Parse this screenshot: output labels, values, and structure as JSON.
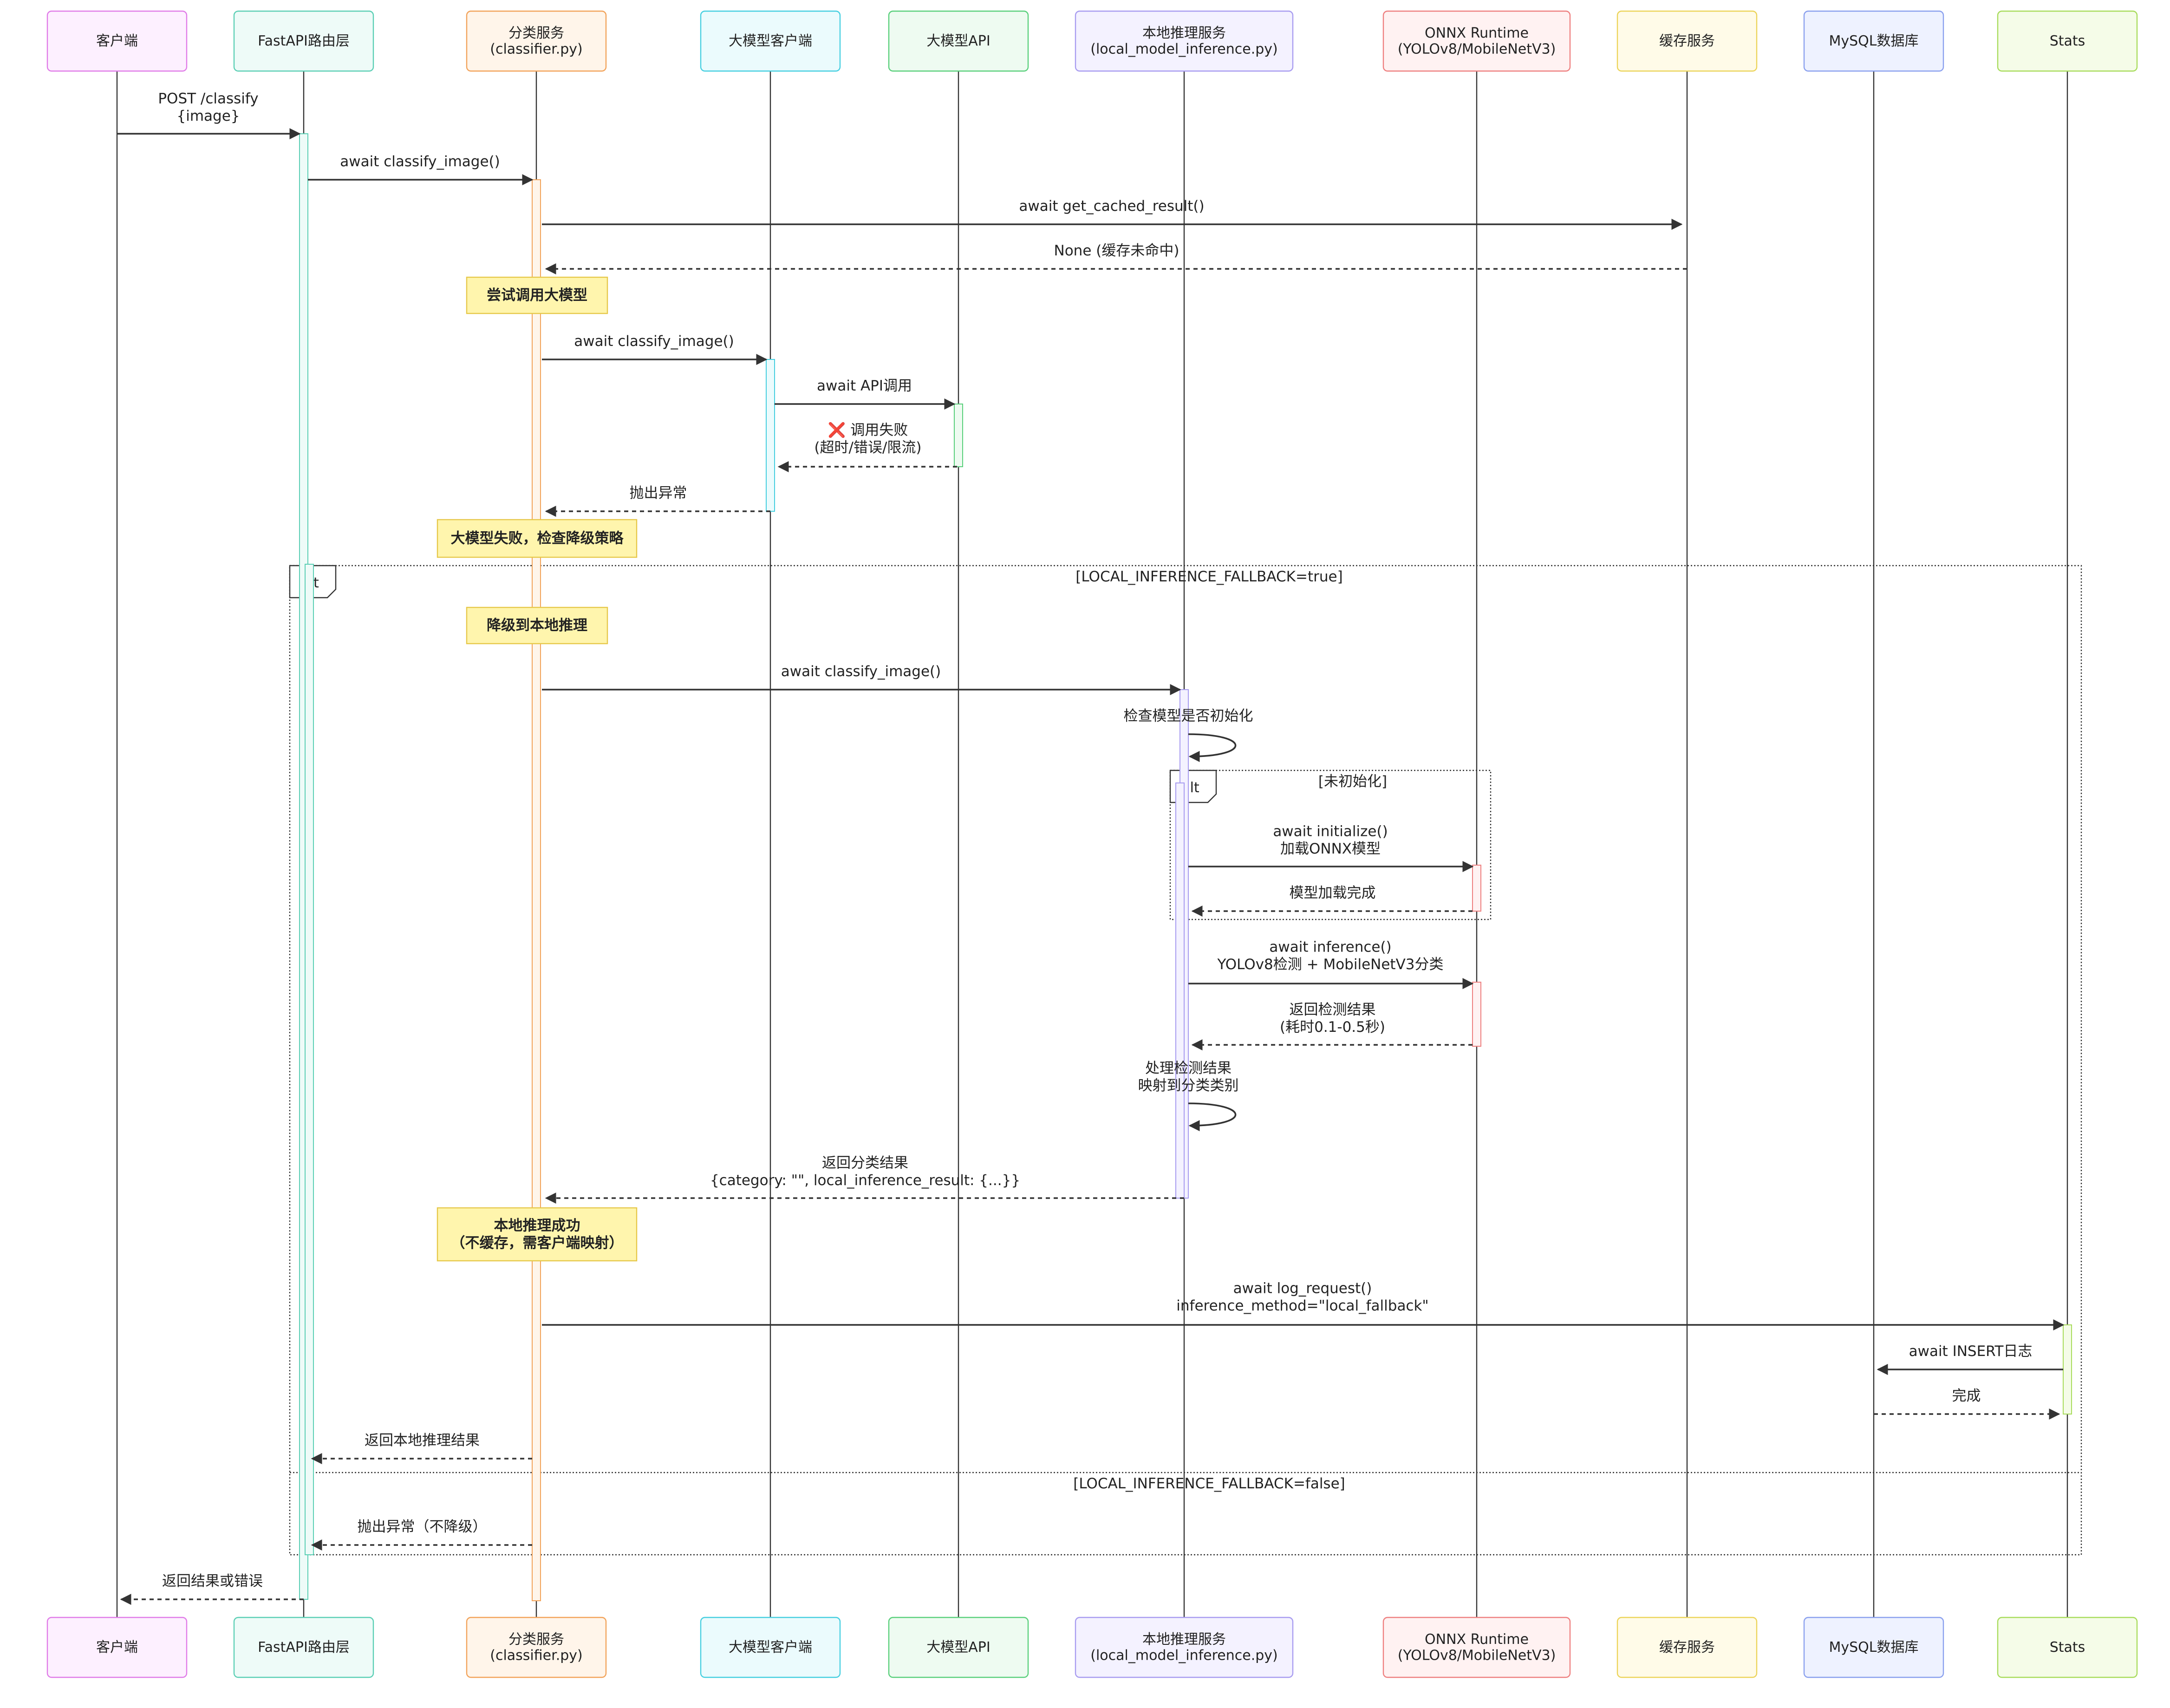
{
  "colors": {
    "line": "#333333",
    "note_fill": "#fff5ad",
    "note_stroke": "#e6c84a"
  },
  "participants": [
    {
      "id": "client",
      "lines": [
        "客户端"
      ],
      "fill": "#fdf0ff",
      "stroke": "#e07ce8"
    },
    {
      "id": "router",
      "lines": [
        "FastAPI路由层"
      ],
      "fill": "#eefbf8",
      "stroke": "#5ccfb5"
    },
    {
      "id": "classifier",
      "lines": [
        "分类服务",
        "(classifier.py)"
      ],
      "fill": "#fff5ea",
      "stroke": "#f2a35a"
    },
    {
      "id": "llm_client",
      "lines": [
        "大模型客户端"
      ],
      "fill": "#ebfbfd",
      "stroke": "#46cfe0"
    },
    {
      "id": "llm_api",
      "lines": [
        "大模型API"
      ],
      "fill": "#eefbf1",
      "stroke": "#5ad07c"
    },
    {
      "id": "local",
      "lines": [
        "本地推理服务",
        "(local_model_inference.py)"
      ],
      "fill": "#f4f2ff",
      "stroke": "#a89cf0"
    },
    {
      "id": "onnx",
      "lines": [
        "ONNX Runtime",
        "(YOLOv8/MobileNetV3)"
      ],
      "fill": "#fff2f2",
      "stroke": "#ee8080"
    },
    {
      "id": "cache",
      "lines": [
        "缓存服务"
      ],
      "fill": "#fffbe8",
      "stroke": "#ecd45a"
    },
    {
      "id": "mysql",
      "lines": [
        "MySQL数据库"
      ],
      "fill": "#eef2ff",
      "stroke": "#8aa0ee"
    },
    {
      "id": "stats",
      "lines": [
        "Stats"
      ],
      "fill": "#f5fce8",
      "stroke": "#a8dc5c"
    }
  ],
  "messages": [
    {
      "from": "client",
      "to": "router",
      "lines": [
        "POST /classify",
        "{image}"
      ],
      "style": "solid"
    },
    {
      "from": "router",
      "to": "classifier",
      "lines": [
        "await classify_image()"
      ],
      "style": "solid"
    },
    {
      "from": "classifier",
      "to": "cache",
      "lines": [
        "await get_cached_result()"
      ],
      "style": "solid"
    },
    {
      "from": "cache",
      "to": "classifier",
      "lines": [
        "None (缓存未命中)"
      ],
      "style": "dashed"
    },
    {
      "from": "classifier",
      "to": "llm_client",
      "lines": [
        "await classify_image()"
      ],
      "style": "solid"
    },
    {
      "from": "llm_client",
      "to": "llm_api",
      "lines": [
        "await API调用"
      ],
      "style": "solid"
    },
    {
      "from": "llm_api",
      "to": "llm_client",
      "lines": [
        "❌ 调用失败",
        "(超时/错误/限流)"
      ],
      "style": "dashed"
    },
    {
      "from": "llm_client",
      "to": "classifier",
      "lines": [
        "抛出异常"
      ],
      "style": "dashed"
    },
    {
      "from": "classifier",
      "to": "local",
      "lines": [
        "await classify_image()"
      ],
      "style": "solid"
    },
    {
      "from": "local",
      "to": "local",
      "lines": [
        "检查模型是否初始化"
      ],
      "style": "solid"
    },
    {
      "from": "local",
      "to": "onnx",
      "lines": [
        "await initialize()",
        "加载ONNX模型"
      ],
      "style": "solid"
    },
    {
      "from": "onnx",
      "to": "local",
      "lines": [
        "模型加载完成"
      ],
      "style": "dashed"
    },
    {
      "from": "local",
      "to": "onnx",
      "lines": [
        "await inference()",
        "YOLOv8检测 + MobileNetV3分类"
      ],
      "style": "solid"
    },
    {
      "from": "onnx",
      "to": "local",
      "lines": [
        "返回检测结果",
        "(耗时0.1-0.5秒)"
      ],
      "style": "dashed"
    },
    {
      "from": "local",
      "to": "local",
      "lines": [
        "处理检测结果",
        "映射到分类类别"
      ],
      "style": "solid"
    },
    {
      "from": "local",
      "to": "classifier",
      "lines": [
        "返回分类结果",
        "{category: \"\", local_inference_result: {...}}"
      ],
      "style": "dashed"
    },
    {
      "from": "classifier",
      "to": "stats",
      "lines": [
        "await log_request()",
        "inference_method=\"local_fallback\""
      ],
      "style": "solid"
    },
    {
      "from": "stats",
      "to": "mysql",
      "lines": [
        "await INSERT日志"
      ],
      "style": "solid"
    },
    {
      "from": "mysql",
      "to": "stats",
      "lines": [
        "完成"
      ],
      "style": "dashed"
    },
    {
      "from": "classifier",
      "to": "router",
      "lines": [
        "返回本地推理结果"
      ],
      "style": "dashed"
    },
    {
      "from": "classifier",
      "to": "router",
      "lines": [
        "抛出异常（不降级）"
      ],
      "style": "dashed"
    },
    {
      "from": "router",
      "to": "client",
      "lines": [
        "返回结果或错误"
      ],
      "style": "dashed"
    }
  ],
  "notes": [
    {
      "over": "classifier",
      "lines": [
        "尝试调用大模型"
      ]
    },
    {
      "over": "classifier",
      "lines": [
        "大模型失败，检查降级策略"
      ]
    },
    {
      "over": "classifier",
      "lines": [
        "降级到本地推理"
      ]
    },
    {
      "over": "classifier",
      "lines": [
        "本地推理成功",
        "（不缓存，需客户端映射）"
      ]
    }
  ],
  "frames": [
    {
      "tag": "alt",
      "conditions": [
        "[LOCAL_INFERENCE_FALLBACK=true]",
        "[LOCAL_INFERENCE_FALLBACK=false]"
      ]
    },
    {
      "tag": "alt",
      "conditions": [
        "[未初始化]"
      ]
    }
  ]
}
